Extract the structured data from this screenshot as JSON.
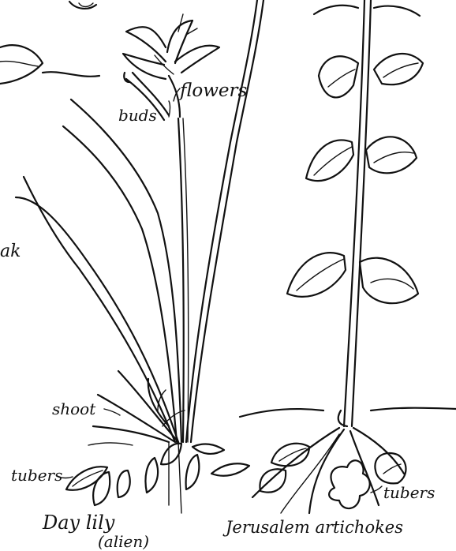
{
  "labels": {
    "flowers": "flowers",
    "buds": "buds",
    "left_edge": "ak",
    "shoot": "shoot",
    "tubers_left": "tubers",
    "day_lily": "Day lily",
    "alien": "(alien)",
    "jerusalem": "Jerusalem artichokes",
    "tubers_right": "tubers"
  }
}
